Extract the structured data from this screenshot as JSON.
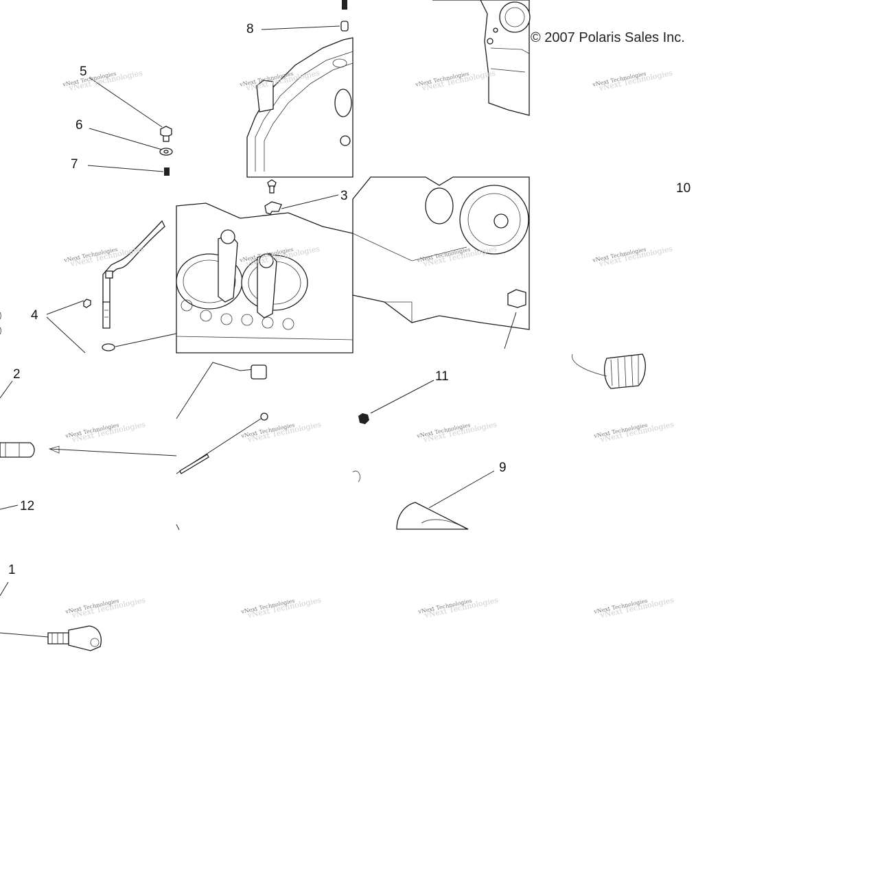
{
  "copyright": "© 2007 Polaris Sales Inc.",
  "watermark": {
    "line1": "vNext Technologies",
    "line2": "vNext Technologies"
  },
  "callouts": [
    "1",
    "2",
    "3",
    "4",
    "5",
    "6",
    "7",
    "8",
    "9",
    "10",
    "11",
    "12"
  ]
}
